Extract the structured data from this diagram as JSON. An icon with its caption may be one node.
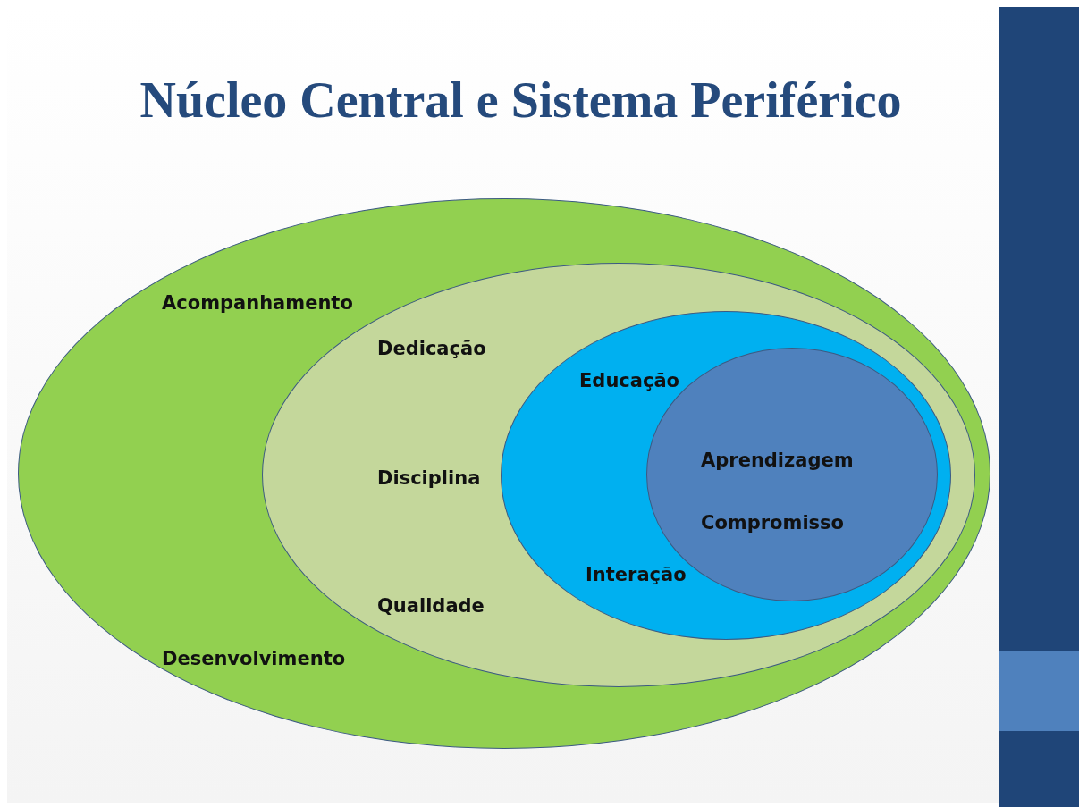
{
  "diagram": {
    "title": "Núcleo Central e Sistema Periférico",
    "nodes": [
      {
        "text": [
          "Acompanhamento",
          "Desenvolvimento"
        ]
      },
      {
        "text": [
          "Dedicação",
          "Disciplina",
          "Qualidade"
        ],
        "in": 0
      },
      {
        "text": [
          "Educação",
          "Interação"
        ],
        "in": 1
      },
      {
        "text": [
          "Aprendizagem",
          "Compromisso"
        ],
        "in": 2
      }
    ]
  }
}
